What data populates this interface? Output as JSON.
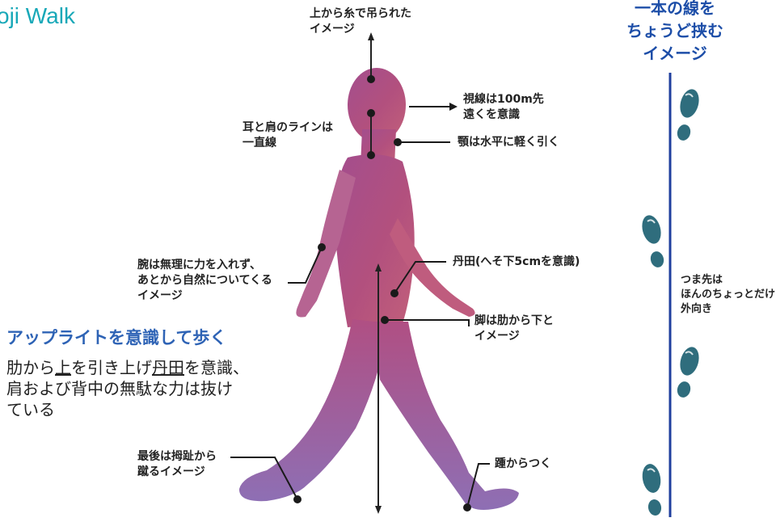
{
  "header": {
    "title": "oji Walk"
  },
  "callouts": {
    "top_string": "上から糸で吊られた\nイメージ",
    "gaze": "視線は100m先\n遠くを意識",
    "ear_shoulder": "耳と肩のラインは\n一直線",
    "chin": "顎は水平に軽く引く",
    "arm": "腕は無理に力を入れず、\nあとから自然についてくる\nイメージ",
    "tanden": "丹田(へそ下5cmを意識)",
    "legs": "脚は肋から下と\nイメージ",
    "push_off": "最後は拇趾から\n蹴るイメージ",
    "heel": "踵からつく"
  },
  "section": {
    "heading": "アップライトを意識して歩く",
    "body_part1": "肋から",
    "body_part2": "上",
    "body_part3": "を引き上げ",
    "body_part4": "丹田",
    "body_part5": "を意識、\n肩および背中の無駄な力は抜け\nている"
  },
  "right_panel": {
    "heading": "一本の線を\nちょうど挟む\nイメージ",
    "toe_note": "つま先は\nほんのちょっとだけ\n外向き"
  },
  "colors": {
    "title": "#18a8b8",
    "heading_blue": "#2e63b5",
    "guide_line": "#1f3f9e",
    "footprint": "#2f6d7d",
    "figure_head": "#a0508f",
    "figure_feet": "#7a6bb0"
  }
}
